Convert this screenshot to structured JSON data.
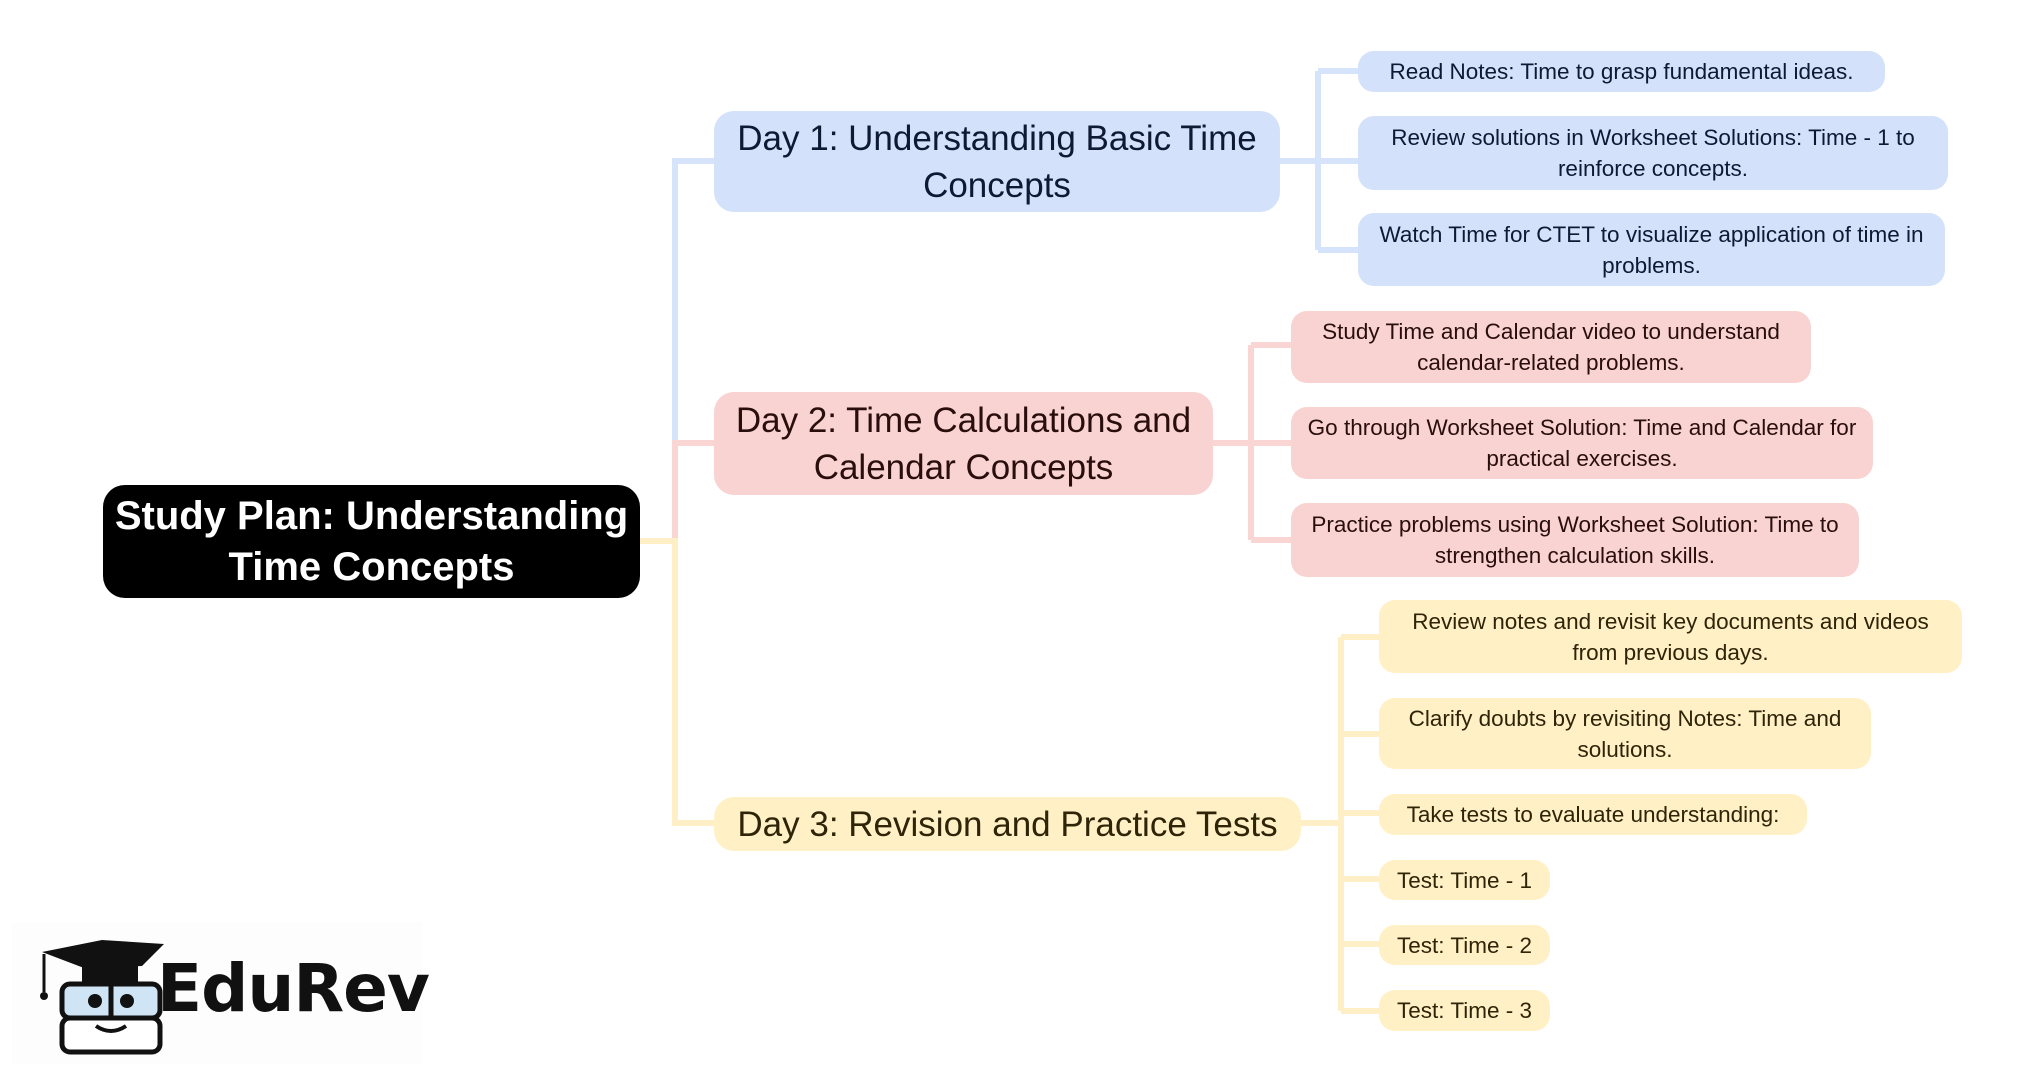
{
  "root": {
    "label": "Study Plan: Understanding Time Concepts"
  },
  "branches": [
    {
      "label": "Day 1: Understanding Basic Time Concepts",
      "color": "#d3e2fa",
      "line_color": "#d6e4fb",
      "items": [
        "Read Notes: Time to grasp fundamental ideas.",
        "Review solutions in Worksheet Solutions: Time - 1 to reinforce concepts.",
        "Watch Time for CTET to visualize application of time in problems."
      ]
    },
    {
      "label": "Day 2: Time Calculations and Calendar Concepts",
      "color": "#f8d3d1",
      "line_color": "#f9d6d4",
      "items": [
        "Study Time and Calendar video to understand calendar-related problems.",
        "Go through Worksheet Solution: Time and Calendar for practical exercises.",
        "Practice problems using Worksheet Solution: Time to strengthen calculation skills."
      ]
    },
    {
      "label": "Day 3: Revision and Practice Tests",
      "color": "#fff0c6",
      "line_color": "#ffefc6",
      "items": [
        "Review notes and revisit key documents and videos from previous days.",
        "Clarify doubts by revisiting Notes: Time and solutions.",
        "Take tests to evaluate understanding:",
        "Test: Time - 1",
        "Test: Time - 2",
        "Test: Time - 3"
      ]
    }
  ],
  "logo": {
    "text": "EduRev",
    "icon": "graduation-cap-mascot-icon"
  }
}
